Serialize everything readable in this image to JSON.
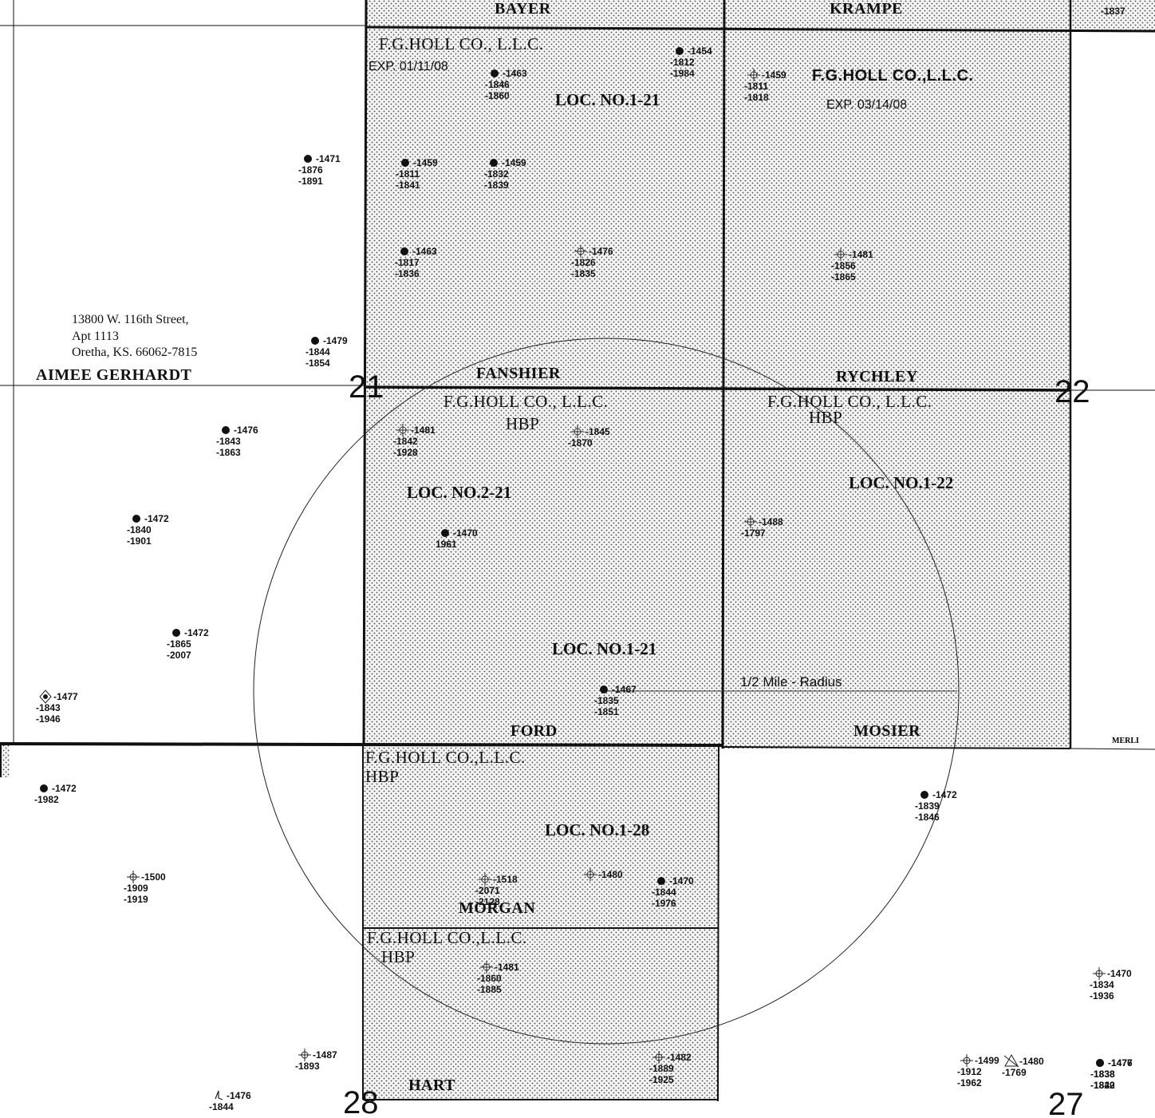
{
  "sections": [
    "21",
    "22",
    "28",
    "27"
  ],
  "top_labels": [
    "BAYER",
    "KRAMPE",
    "-1837"
  ],
  "owners": [
    "FANSHIER",
    "RYCHLEY",
    "FORD",
    "MOSIER",
    "MORGAN",
    "HART"
  ],
  "lessees": {
    "nw_21_name": "F.G.HOLL CO., L.L.C.",
    "nw_21_exp": "EXP. 01/11/08",
    "nw_22_name": "F.G.HOLL CO.,L.L.C.",
    "nw_22_exp": "EXP. 03/14/08",
    "sw_21_name": "F.G.HOLL CO., L.L.C.",
    "sw_21_hbp": "HBP",
    "sw_22_name": "F.G.HOLL CO., L.L.C.",
    "sw_22_hbp": "HBP",
    "n_28a_name": "F.G.HOLL CO.,L.L.C.",
    "n_28a_hbp": "HBP",
    "n_28b_name": "F.G.HOLL CO.,L.L.C.",
    "n_28b_hbp": "HBP"
  },
  "locations": [
    "LOC. NO.1-21",
    "LOC. NO.2-21",
    "LOC. NO.1-21",
    "LOC. NO.1-22",
    "LOC. NO.1-28"
  ],
  "address": {
    "line1": "13800 W. 116th Street,",
    "line2": "Apt 1113",
    "line3": "Oretha, KS. 66062-7815",
    "name": "AIMEE GERHARDT"
  },
  "radius_label": "1/2 Mile - Radius",
  "edge_label": "MERLI",
  "wells": [
    {
      "symbol": "oil",
      "labels": [
        "-1454",
        "-1812",
        "-1984"
      ]
    },
    {
      "symbol": "oil",
      "labels": [
        "-1463",
        "-1846",
        "-1860"
      ]
    },
    {
      "symbol": "dry",
      "labels": [
        "-1459",
        "-1811",
        "-1818"
      ]
    },
    {
      "symbol": "oil",
      "labels": [
        "-1471",
        "-1876",
        "-1891"
      ]
    },
    {
      "symbol": "oil",
      "labels": [
        "-1459",
        "-1811",
        "-1841"
      ]
    },
    {
      "symbol": "oil",
      "labels": [
        "-1459",
        "-1832",
        "-1839"
      ]
    },
    {
      "symbol": "oil",
      "labels": [
        "-1463",
        "-1817",
        "-1836"
      ]
    },
    {
      "symbol": "dry",
      "labels": [
        "-1476",
        "-1826",
        "-1835"
      ]
    },
    {
      "symbol": "dry",
      "labels": [
        "-1481",
        "-1856",
        "-1865"
      ]
    },
    {
      "symbol": "oil",
      "labels": [
        "-1479",
        "-1844",
        "-1854"
      ]
    },
    {
      "symbol": "oil",
      "labels": [
        "-1476",
        "-1843",
        "-1863"
      ]
    },
    {
      "symbol": "dry",
      "labels": [
        "-1481",
        "-1842",
        "-1928"
      ]
    },
    {
      "symbol": "dry",
      "labels": [
        "-1845",
        "-1870"
      ]
    },
    {
      "symbol": "oil",
      "labels": [
        "-1472",
        "-1840",
        "-1901"
      ]
    },
    {
      "symbol": "oil",
      "labels": [
        "-1470",
        "1961"
      ]
    },
    {
      "symbol": "dry",
      "labels": [
        "-1488",
        "-1797"
      ]
    },
    {
      "symbol": "oil",
      "labels": [
        "-1472",
        "-1865",
        "-2007"
      ]
    },
    {
      "symbol": "oilgas",
      "labels": [
        "-1477",
        "-1843",
        "-1946"
      ]
    },
    {
      "symbol": "oil",
      "labels": [
        "-1467",
        "-1835",
        "-1851"
      ]
    },
    {
      "symbol": "oil",
      "labels": [
        "-1472",
        "-1982"
      ]
    },
    {
      "symbol": "oil",
      "labels": [
        "-1472",
        "-1839",
        "-1846"
      ]
    },
    {
      "symbol": "dry",
      "labels": [
        "-1500",
        "-1909",
        "-1919"
      ]
    },
    {
      "symbol": "dry",
      "labels": [
        "-1518",
        "-2071",
        "-2128"
      ]
    },
    {
      "symbol": "dry",
      "labels": [
        "-1480"
      ]
    },
    {
      "symbol": "oil",
      "labels": [
        "-1470",
        "-1844",
        "-1976"
      ]
    },
    {
      "symbol": "dry",
      "labels": [
        "-1481",
        "-1860",
        "-1885"
      ]
    },
    {
      "symbol": "dry",
      "labels": [
        "-1470",
        "-1834",
        "-1936"
      ]
    },
    {
      "symbol": "dry",
      "labels": [
        "-1487",
        "-1893"
      ]
    },
    {
      "symbol": "dry",
      "labels": [
        "-1482",
        "-1889",
        "-1925"
      ]
    },
    {
      "symbol": "dry",
      "labels": [
        "-1499",
        "-1912",
        "-1962"
      ]
    },
    {
      "symbol": "abandoned",
      "labels": [
        "-1480",
        "-1769"
      ]
    },
    {
      "symbol": "oil",
      "labels": [
        "-1476",
        "-1838",
        "-1820"
      ]
    },
    {
      "symbol": "oil",
      "labels": [
        "-1477",
        "-1838",
        "-1842"
      ]
    },
    {
      "symbol": "spud",
      "labels": [
        "-1476",
        "-1844"
      ]
    }
  ]
}
